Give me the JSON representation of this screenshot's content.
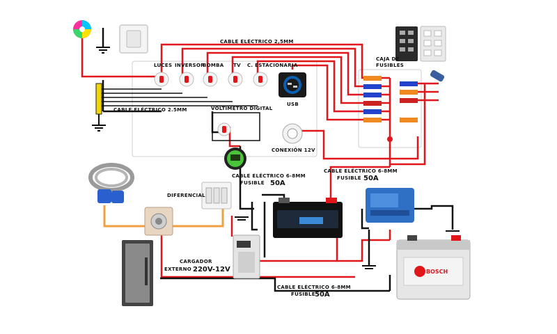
{
  "labels": {
    "cable_top": "CABLE ELÉCTRICO 2,5MM",
    "cable_left": "CABLE ELÉCTRICO 2.5MM",
    "caja_line1": "CAJA DE",
    "caja_line2": "FUSIBLES",
    "switches": [
      "LUCES",
      "INVERSOR",
      "BOMBA",
      "TV",
      "C. ESTACIONARIA"
    ],
    "usb": "USB",
    "voltimetro": "VOLTÍMETRO DIGITAL",
    "conexion": "CONEXIÓN 12V",
    "cable_mid_line1": "CABLE ELÉCTRICO 6-8MM",
    "cable_mid_line2": "FUSIBLE",
    "cable_mid_amp": "50A",
    "cable_right_line1": "CABLE ELÉCTRICO 6-8MM",
    "cable_right_line2": "FUSIBLE",
    "cable_right_amp": "50A",
    "diferencial": "DIFERENCIAL",
    "cargador_line1": "CARGADOR",
    "cargador_line2a": "EXTERNO",
    "cargador_line2b": "220V-12V",
    "cable_bottom_line1": "CABLE ELÉCTRICO 6-8MM",
    "cable_bottom_line2": "FUSIBLE",
    "cable_bottom_amp": "50A",
    "bosch": "BOSCH"
  },
  "colors": {
    "red_wire": "#e0161b",
    "black_wire": "#111111",
    "orange_wire": "#f0a040",
    "yellow_bus": "#f2d600",
    "victron_blue": "#2f6fc4"
  }
}
